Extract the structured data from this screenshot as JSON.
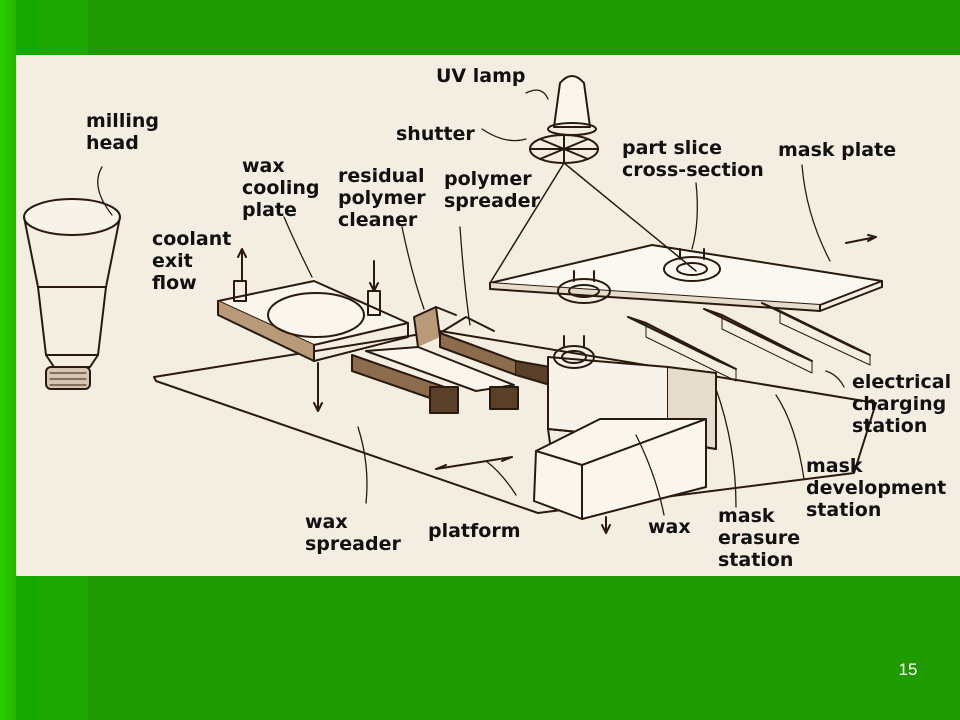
{
  "slide": {
    "page_number": "15"
  },
  "labels": {
    "uv_lamp": "UV lamp",
    "shutter": "shutter",
    "milling_head": "milling\nhead",
    "wax_cooling_plate": "wax\ncooling\nplate",
    "residual_polymer_cleaner": "residual\npolymer\ncleaner",
    "polymer_spreader": "polymer\nspreader",
    "part_slice_cross_section": "part slice\ncross-section",
    "mask_plate": "mask plate",
    "coolant_exit_flow": "coolant\nexit\nflow",
    "electrical_charging_station": "electrical\ncharging\nstation",
    "mask_development_station": "mask\ndevelopment\nstation",
    "mask_erasure_station": "mask\nerasure\nstation",
    "wax": "wax",
    "platform": "platform",
    "wax_spreader": "wax\nspreader"
  },
  "colors": {
    "background_green": "#1f9a00",
    "panel": "#f4eee2",
    "ink": "#2a1a0e"
  }
}
